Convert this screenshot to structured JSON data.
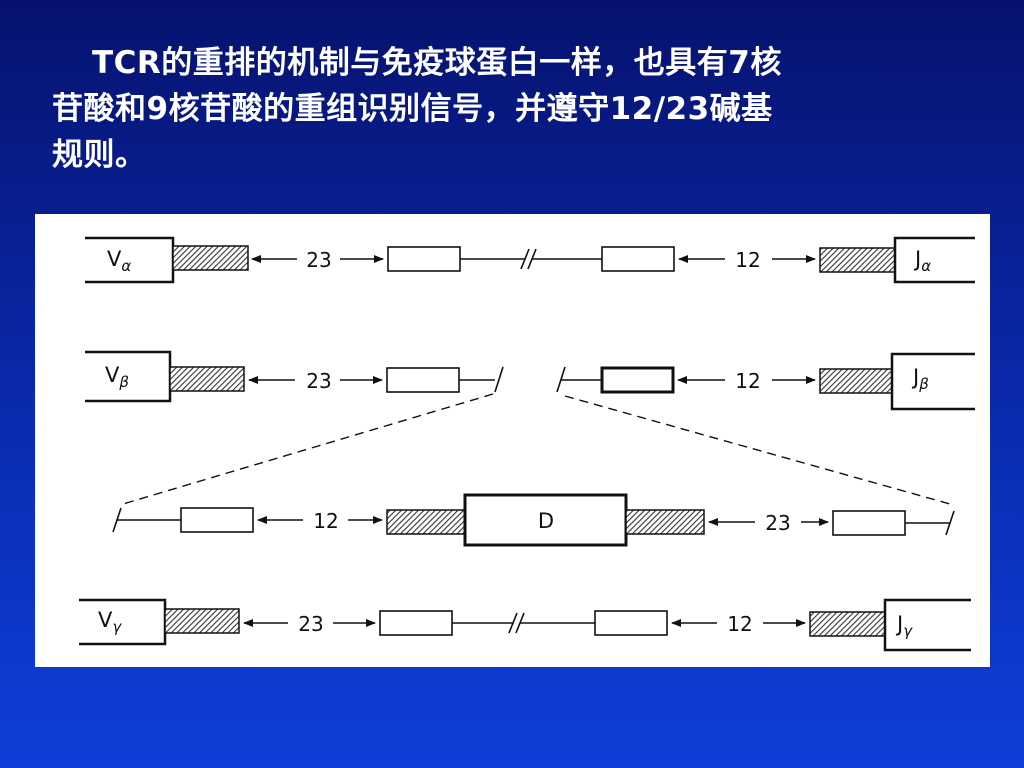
{
  "slide": {
    "title_lines": [
      "TCR的重排的机制与免疫球蛋白一样，也具有7核",
      "苷酸和9核苷酸的重组识别信号，并遵守12/23碱基",
      "规则。"
    ]
  },
  "diagram": {
    "rows": [
      {
        "left_segment": "V",
        "left_sub": "α",
        "left_spacer": "23",
        "right_spacer": "12",
        "right_segment": "J",
        "right_sub": "α"
      },
      {
        "left_segment": "V",
        "left_sub": "β",
        "left_spacer": "23",
        "right_spacer": "12",
        "right_segment": "J",
        "right_sub": "β"
      },
      {
        "center_segment": "D",
        "left_spacer": "12",
        "right_spacer": "23"
      },
      {
        "left_segment": "V",
        "left_sub": "γ",
        "left_spacer": "23",
        "right_spacer": "12",
        "right_segment": "J",
        "right_sub": "γ"
      }
    ]
  }
}
